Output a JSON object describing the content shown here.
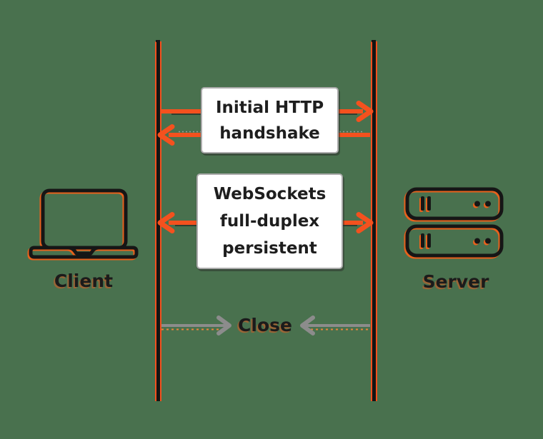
{
  "title": "WebSockets client-server sequence diagram",
  "background_color": "#49714E",
  "colors": {
    "arrow_orange": "#F4511E",
    "arrow_gray": "#8C8C8C",
    "lifeline_black": "#141414",
    "box_background": "#FFFFFF",
    "box_border": "#ABABAB",
    "text": "#1E1E1E"
  },
  "actors": {
    "client": {
      "label": "Client",
      "icon": "laptop-icon"
    },
    "server": {
      "label": "Server",
      "icon": "server-rack-icon"
    }
  },
  "labels": {
    "handshake_line1": "Initial HTTP",
    "handshake_line2": "handshake",
    "duplex_line1": "WebSockets",
    "duplex_line2": "full-duplex",
    "duplex_line3": "persistent",
    "close": "Close",
    "client": "Client",
    "server": "Server"
  },
  "messages": [
    {
      "name": "Initial HTTP handshake",
      "style": "solid-orange",
      "arrows": [
        "client to server",
        "server to client"
      ]
    },
    {
      "name": "WebSockets full-duplex persistent",
      "style": "solid-orange",
      "arrows": [
        "bidirectional"
      ]
    },
    {
      "name": "Close",
      "style": "gray-dotted-shadow",
      "arrows": [
        "client toward center",
        "server toward center"
      ]
    }
  ]
}
